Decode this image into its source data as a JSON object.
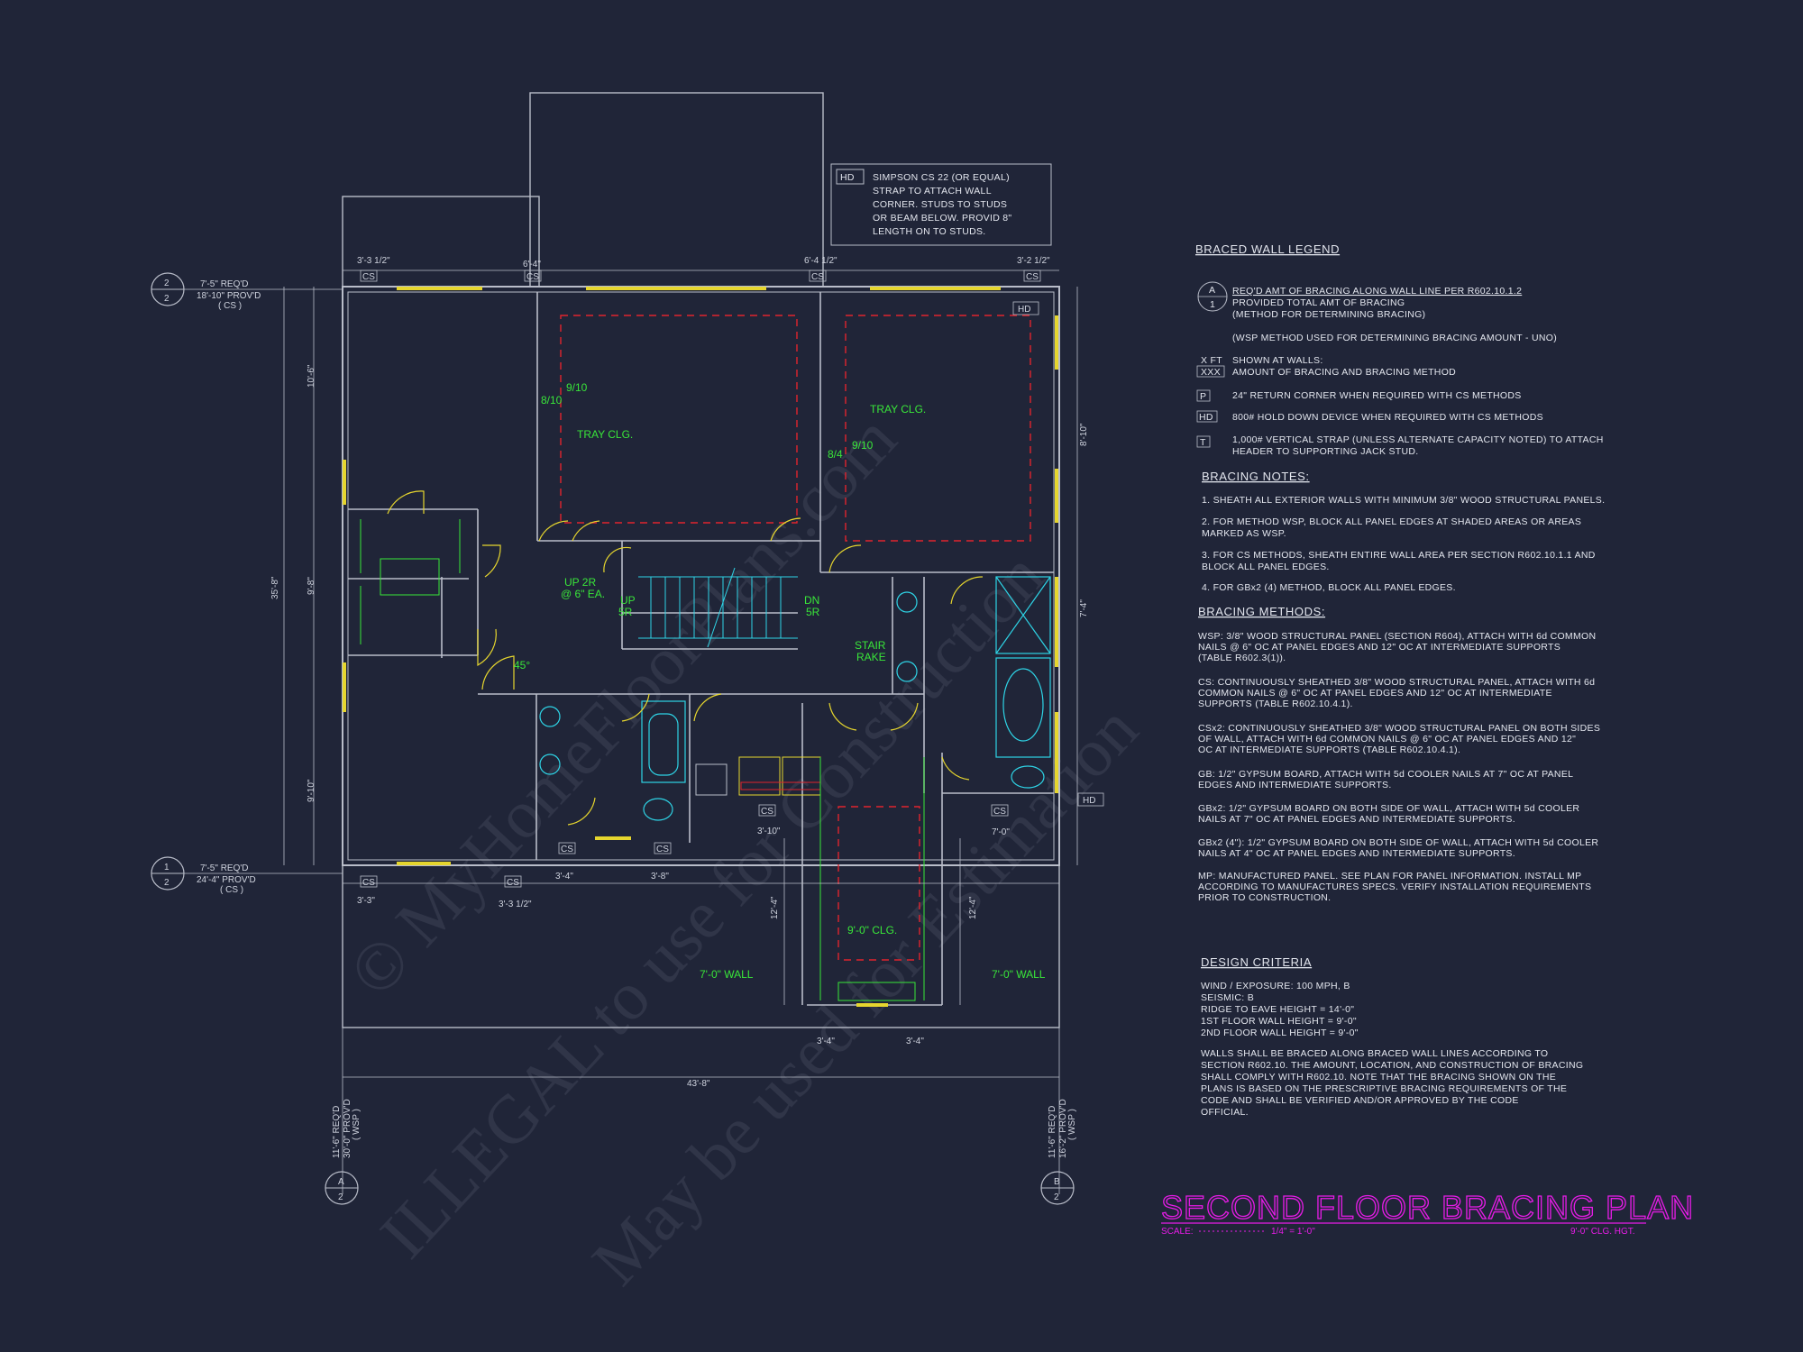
{
  "hd_note": [
    "SIMPSON CS 22 (OR EQUAL)",
    "STRAP TO ATTACH WALL",
    "CORNER. STUDS TO STUDS",
    "OR BEAM BELOW. PROVID 8\"",
    "LENGTH ON TO STUDS."
  ],
  "hd_tag": "HD",
  "legend": {
    "title": "BRACED WALL LEGEND",
    "circle_symbol": {
      "top": "A",
      "bottom": "1"
    },
    "circle_text": [
      "REQ'D AMT OF BRACING ALONG WALL LINE PER R602.10.1.2",
      "PROVIDED TOTAL AMT OF BRACING",
      "(METHOD FOR DETERMINING BRACING)"
    ],
    "wsp_note": "(WSP METHOD USED FOR DETERMINING BRACING AMOUNT - UNO)",
    "xft_symbol": {
      "top": "X FT",
      "bottom": "XXX"
    },
    "xft_text": [
      "SHOWN AT WALLS:",
      "AMOUNT OF BRACING AND BRACING METHOD"
    ],
    "p_symbol": "P",
    "p_text": "24\" RETURN CORNER WHEN REQUIRED WITH CS METHODS",
    "hd_symbol": "HD",
    "hd_text": "800# HOLD DOWN DEVICE WHEN REQUIRED WITH CS METHODS",
    "t_symbol": "T",
    "t_text": [
      "1,000# VERTICAL STRAP (UNLESS ALTERNATE CAPACITY NOTED) TO ATTACH",
      "HEADER TO SUPPORTING JACK STUD."
    ]
  },
  "bracing_notes": {
    "title": "BRACING NOTES:",
    "lines": [
      "1. SHEATH ALL EXTERIOR WALLS WITH MINIMUM 3/8\" WOOD STRUCTURAL PANELS.",
      "2. FOR METHOD WSP, BLOCK ALL PANEL EDGES AT SHADED AREAS OR AREAS",
      "MARKED AS WSP.",
      "3. FOR CS METHODS, SHEATH ENTIRE WALL AREA PER SECTION R602.10.1.1 AND",
      "BLOCK ALL PANEL EDGES.",
      "4. FOR GBx2 (4) METHOD, BLOCK ALL PANEL EDGES."
    ]
  },
  "bracing_methods": {
    "title": "BRACING METHODS:",
    "lines": [
      "WSP: 3/8\" WOOD STRUCTURAL PANEL (SECTION R604), ATTACH WITH 6d COMMON",
      "NAILS @ 6\" OC AT PANEL EDGES AND 12\" OC AT INTERMEDIATE SUPPORTS",
      "(TABLE R602.3(1)).",
      "CS: CONTINUOUSLY SHEATHED 3/8\" WOOD STRUCTURAL PANEL, ATTACH WITH 6d",
      "COMMON NAILS @ 6\" OC AT PANEL EDGES AND 12\" OC AT INTERMEDIATE",
      "SUPPORTS (TABLE R602.10.4.1).",
      "CSx2: CONTINUOUSLY SHEATHED 3/8\" WOOD STRUCTURAL PANEL ON BOTH SIDES",
      "OF WALL, ATTACH WITH 6d COMMON NAILS @ 6\" OC AT PANEL EDGES AND 12\"",
      "OC AT INTERMEDIATE SUPPORTS (TABLE R602.10.4.1).",
      "GB: 1/2\" GYPSUM BOARD, ATTACH WITH 5d COOLER NAILS AT 7\" OC AT PANEL",
      "EDGES AND INTERMEDIATE SUPPORTS.",
      "GBx2: 1/2\" GYPSUM BOARD ON BOTH SIDE OF WALL, ATTACH WITH 5d COOLER",
      "NAILS AT 7\" OC AT PANEL EDGES AND INTERMEDIATE SUPPORTS.",
      "GBx2 (4\"): 1/2\" GYPSUM BOARD ON BOTH SIDE OF WALL, ATTACH WITH 5d COOLER",
      "NAILS AT 4\" OC AT PANEL EDGES AND INTERMEDIATE SUPPORTS.",
      "MP: MANUFACTURED PANEL. SEE PLAN FOR PANEL INFORMATION. INSTALL MP",
      "ACCORDING TO MANUFACTURES SPECS. VERIFY INSTALLATION REQUIREMENTS",
      "PRIOR TO CONSTRUCTION."
    ]
  },
  "design_criteria": {
    "title": "DESIGN CRITERIA",
    "lines": [
      "WIND / EXPOSURE: 100 MPH, B",
      "SEISMIC: B",
      "RIDGE TO EAVE HEIGHT = 14'-0\"",
      "1ST FLOOR WALL HEIGHT = 9'-0\"",
      "2ND FLOOR WALL HEIGHT = 9'-0\""
    ],
    "paragraph": [
      "WALLS SHALL BE BRACED ALONG BRACED WALL LINES ACCORDING TO",
      "SECTION R602.10. THE AMOUNT, LOCATION, AND CONSTRUCTION OF BRACING",
      "SHALL COMPLY WITH R602.10. NOTE THAT THE BRACING SHOWN ON THE",
      "PLANS IS BASED ON THE PRESCRIPTIVE BRACING REQUIREMENTS OF THE",
      "CODE AND SHALL BE VERIFIED AND/OR APPROVED BY THE CODE",
      "OFFICIAL."
    ]
  },
  "title_block": {
    "title": "SECOND FLOOR BRACING PLAN",
    "scale_label": "SCALE:",
    "scale_value": "1/4\" = 1'-0\"",
    "height": "9'-0\" CLG. HGT."
  },
  "wall_lines": {
    "line2": {
      "top": "2",
      "bottom": "2",
      "req": "7'-5\" REQ'D",
      "prov": "18'-10\" PROV'D",
      "method": "( CS )"
    },
    "line1": {
      "top": "1",
      "bottom": "2",
      "req": "7'-5\" REQ'D",
      "prov": "24'-4\" PROV'D",
      "method": "( CS )"
    },
    "lineA": {
      "top": "A",
      "bottom": "2",
      "req": "11'-6\" REQ'D",
      "prov": "30'-0\" PROV'D",
      "method": "( WSP )"
    },
    "lineB": {
      "top": "B",
      "bottom": "2",
      "req": "11'-6\" REQ'D",
      "prov": "16'-2\" PROV'D",
      "method": "( WSP )"
    }
  },
  "dimensions": {
    "top_1": "3'-3 1/2\"",
    "top_2": "6'-4\"",
    "top_3": "6'-4 1/2\"",
    "top_4": "3'-2 1/2\"",
    "bottom_1": "3'-3\"",
    "bottom_2": "3'-3 1/2\"",
    "bottom_3": "3'-4\"",
    "bottom_4": "3'-8\"",
    "bottom_5": "3'-10\"",
    "bottom_6": "3'-4\"",
    "bottom_7": "3'-4\"",
    "right_mid": "7'-0\"",
    "overall_width": "43'-8\"",
    "overall_depth": "35'-8\"",
    "left_1": "10'-6\"",
    "left_2": "9'-8\"",
    "left_3": "9'-10\"",
    "right_1": "8'-10\"",
    "right_2": "7'-4\"",
    "vert_1": "12'-4\"",
    "vert_2": "12'-4\""
  },
  "labels": {
    "cs": "CS",
    "wsp": "WSP",
    "tray1": "TRAY CLG.",
    "tray2": "TRAY CLG.",
    "r1_a": "9/10",
    "r1_b": "8/10",
    "r2_a": "9/10",
    "r2_b": "8/4",
    "up2r": "UP 2R",
    "up2r_b": "@ 6\" EA.",
    "up5r": "UP",
    "up5r_b": "5R",
    "dn5r": "DN",
    "dn5r_b": "5R",
    "stair": "STAIR",
    "rake": "RAKE",
    "deg45": "45°",
    "clg9": "9'-0\" CLG.",
    "wall7a": "7'-0\" WALL",
    "wall7b": "7'-0\" WALL"
  },
  "watermark": [
    "© MyHomeFloorPlans.com",
    "ILLEGAL to use for Construction",
    "May be used for Estimation"
  ]
}
